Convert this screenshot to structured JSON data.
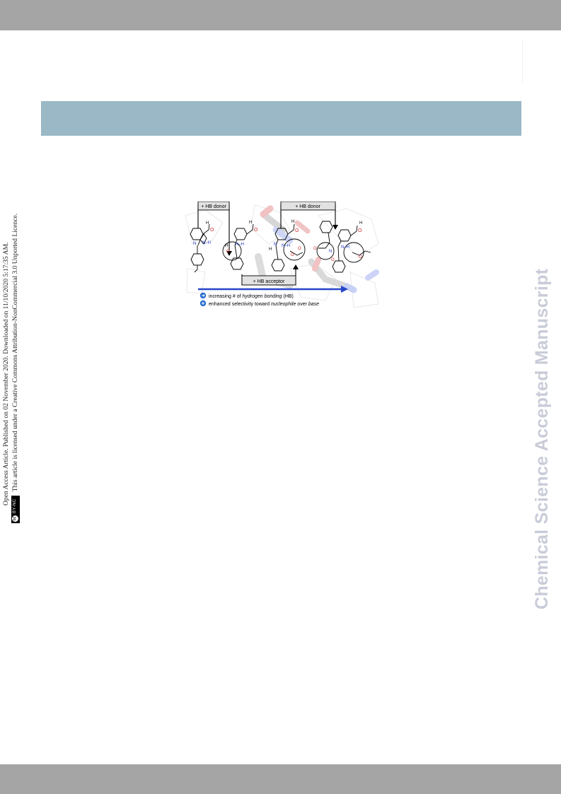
{
  "notice": {
    "line1": "Open Access Article. Published on 02 November 2020. Downloaded on 11/10/2020 5:17:35 AM.",
    "line2": "This article is licensed under a Creative Commons Attribution-NonCommercial 3.0 Unported Licence.",
    "badge_cc": "cc",
    "badge_by": "BY-NC"
  },
  "watermark": "Chemical Science Accepted Manuscript",
  "graphic": {
    "hb_donor_label_1": "+ HB donor",
    "hb_donor_label_2": "+ HB donor",
    "hb_acceptor_label": "+ HB acceptor",
    "legend_1": {
      "a": "increasing # of ",
      "b": "hydrogen bonding",
      "c": " (HB)"
    },
    "legend_2": {
      "a": "enhanced selectivity toward ",
      "b": "nucleophile",
      "c": " over ",
      "d": "base"
    },
    "atoms": {
      "H": "H",
      "O": "O",
      "N": "N",
      "NH": "N–H"
    },
    "colors": {
      "arrow": "#2546c9",
      "oxygen": "#d1262a",
      "nitrogen": "#1f3cc8",
      "box": "#dcdcdc"
    }
  }
}
